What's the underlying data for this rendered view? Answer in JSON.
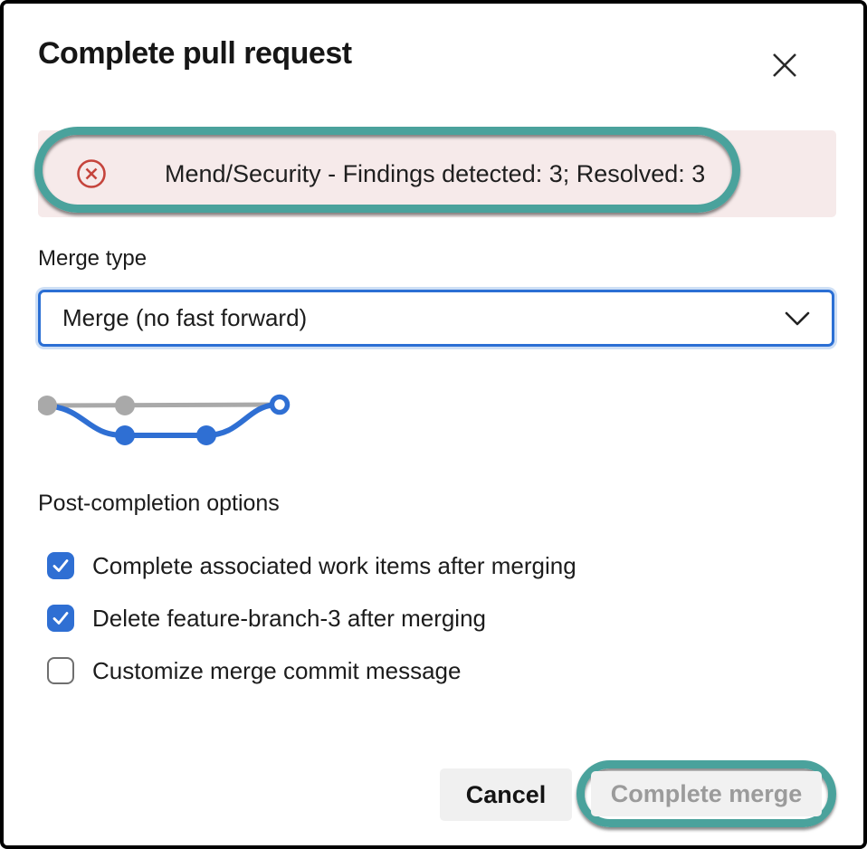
{
  "dialog": {
    "title": "Complete pull request",
    "close_icon": "close-icon"
  },
  "alert": {
    "icon": "error-circle-icon",
    "message": "Mend/Security - Findings detected: 3; Resolved: 3",
    "background_color": "#f6eaea",
    "icon_color": "#c5443c"
  },
  "merge_type": {
    "label": "Merge type",
    "selected_option": "Merge (no fast forward)",
    "chevron_icon": "chevron-down-icon",
    "focus_border_color": "#2b6fd4"
  },
  "git_graph": {
    "description": "merge-no-fast-forward-diagram",
    "main_branch_color": "#a9a9a9",
    "feature_branch_color": "#2f6fd3"
  },
  "post_completion": {
    "label": "Post-completion options",
    "options": [
      {
        "label": "Complete associated work items after merging",
        "checked": true
      },
      {
        "label": "Delete feature-branch-3 after merging",
        "checked": true
      },
      {
        "label": "Customize merge commit message",
        "checked": false
      }
    ]
  },
  "footer": {
    "cancel_label": "Cancel",
    "complete_label": "Complete merge",
    "complete_disabled": true
  },
  "annotations": {
    "color": "#4aa29c",
    "highlighted": [
      "alert-banner",
      "complete-merge-button"
    ]
  }
}
